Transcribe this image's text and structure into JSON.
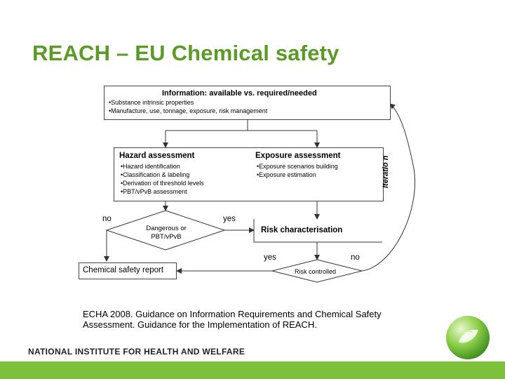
{
  "slide_title": "REACH – EU Chemical safety",
  "info_box": {
    "title": "Information: available vs. required/needed",
    "items": [
      "Substance intrinsic properties",
      "Manufacture, use, tonnage, exposure, risk management"
    ]
  },
  "hazard_box": {
    "title": "Hazard assessment",
    "items": [
      "Hazard identification",
      "Classification & labeling",
      "Derivation of threshold levels",
      "PBT/vPvB assessment"
    ]
  },
  "exposure_box": {
    "title": "Exposure assessment",
    "items": [
      "Exposure scenarios building",
      "Exposure estimation"
    ]
  },
  "iteration_label": "Iteratio n",
  "decision_label": [
    "Dangerous or",
    "PBT/vPvB"
  ],
  "no_label_1": "no",
  "yes_label_1": "yes",
  "risk_char_label": "Risk characterisation",
  "yes_label_2": "yes",
  "no_label_2": "no",
  "risk_controlled_label": "Risk controlled",
  "csr_label": "Chemical safety report",
  "citation": "ECHA 2008. Guidance on Information Requirements and Chemical Safety Assessment. Guidance for the Implementation of REACH.",
  "footer_org": "NATIONAL INSTITUTE FOR HEALTH AND WELFARE",
  "colors": {
    "title_green": "#5c9a28",
    "bar_green": "#7cc03c"
  }
}
